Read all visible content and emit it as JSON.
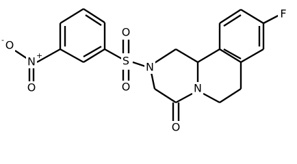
{
  "atoms": {
    "fluorine": "F",
    "ring_nitrogen": "N",
    "sulfonyl_nitrogen": "N",
    "sulfur": "S",
    "sulfonyl_oxygen_top": "O",
    "sulfonyl_oxygen_bottom": "O",
    "carbonyl_oxygen": "O",
    "nitro_nitrogen": "N",
    "nitro_nitrogen_charge": "+",
    "nitro_oxygen_minus": "O",
    "nitro_oxygen_minus_charge": "-",
    "nitro_oxygen_double": "O"
  },
  "colors": {
    "bonds": "#000000",
    "labels": "#000000",
    "background": "#ffffff"
  }
}
